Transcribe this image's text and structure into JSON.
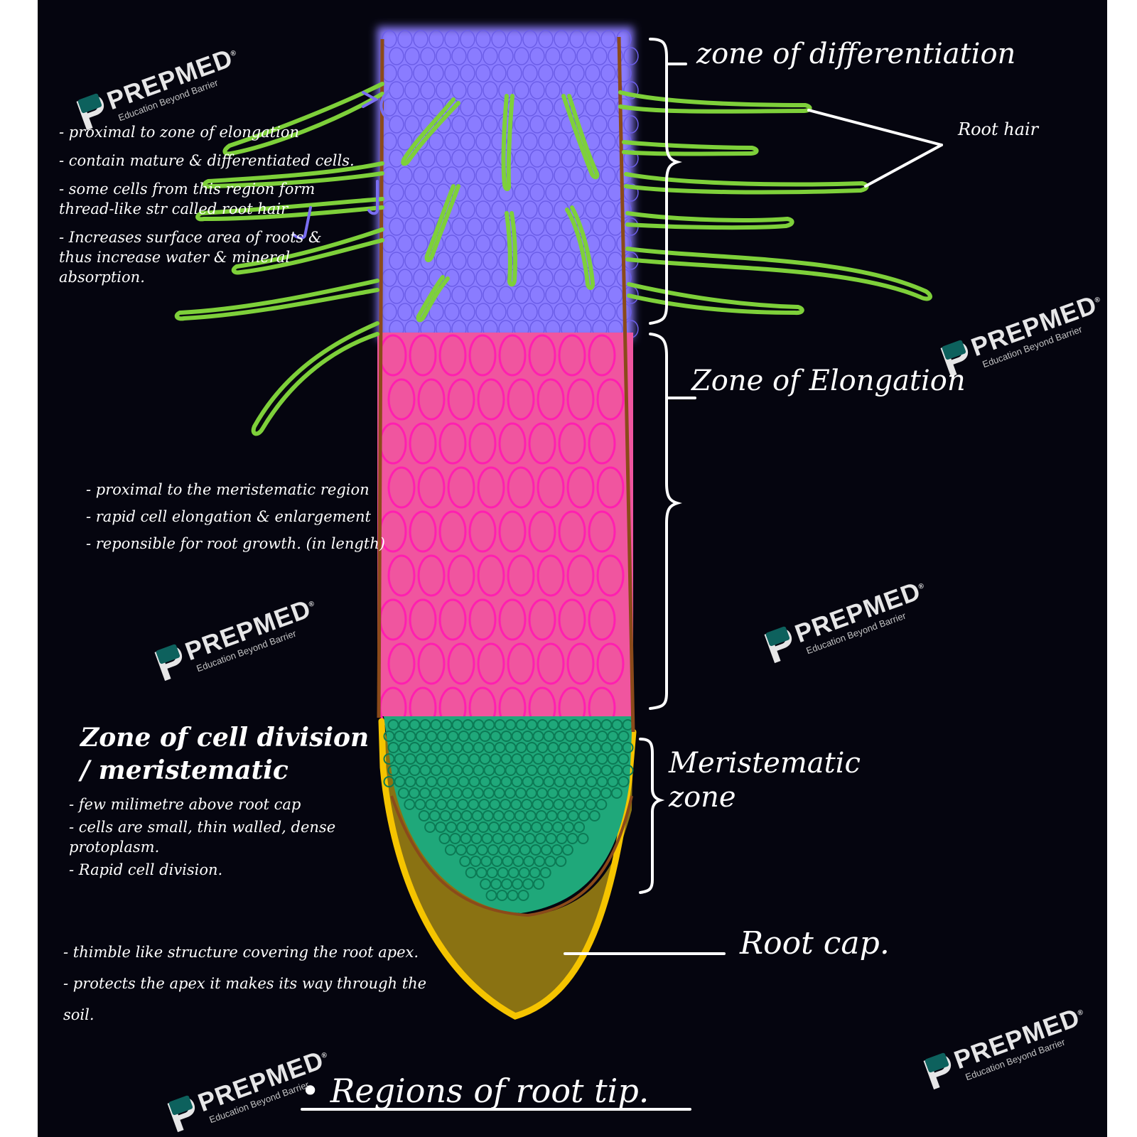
{
  "labels": {
    "differentiation": "zone of differentiation",
    "root_hair": "Root hair",
    "elongation": "Zone of Elongation",
    "meristematic": "Meristematic zone",
    "root_cap": "Root cap.",
    "title": "• Regions of root tip."
  },
  "notes": {
    "differentiation": [
      "- proximal to zone of elongation",
      "- contain mature & differentiated cells.",
      "- some cells from this region form thread-like str called root hair",
      "- Increases surface area of roots & thus increase water & mineral absorption."
    ],
    "elongation": [
      "- proximal to the meristematic region",
      "- rapid cell elongation & enlargement",
      "- reponsible for root growth. (in length)"
    ],
    "meristematic_heading": "Zone of cell division / meristematic",
    "meristematic": [
      "- few milimetre above root cap",
      "- cells are small, thin walled, dense protoplasm.",
      "- Rapid cell division."
    ],
    "root_cap": [
      "- thimble like structure covering the root apex.",
      "- protects the apex it makes its way through the soil."
    ]
  },
  "watermark": {
    "brand": "PREPMED",
    "registered": "®",
    "tagline": "Education Beyond Barrier"
  },
  "colors": {
    "board": "#05050f",
    "differentiation_zone": "#8a7bff",
    "elongation_zone": "#f0559f",
    "meristematic_zone": "#1fa87a",
    "root_cap": "#8a7212",
    "root_cap_outline": "#f5c400",
    "root_hair": "#7ed03a",
    "outline": "#8b4a1a",
    "text": "#ffffff"
  },
  "icons": {
    "sidebar_toggle": "chevron-right-icon"
  }
}
